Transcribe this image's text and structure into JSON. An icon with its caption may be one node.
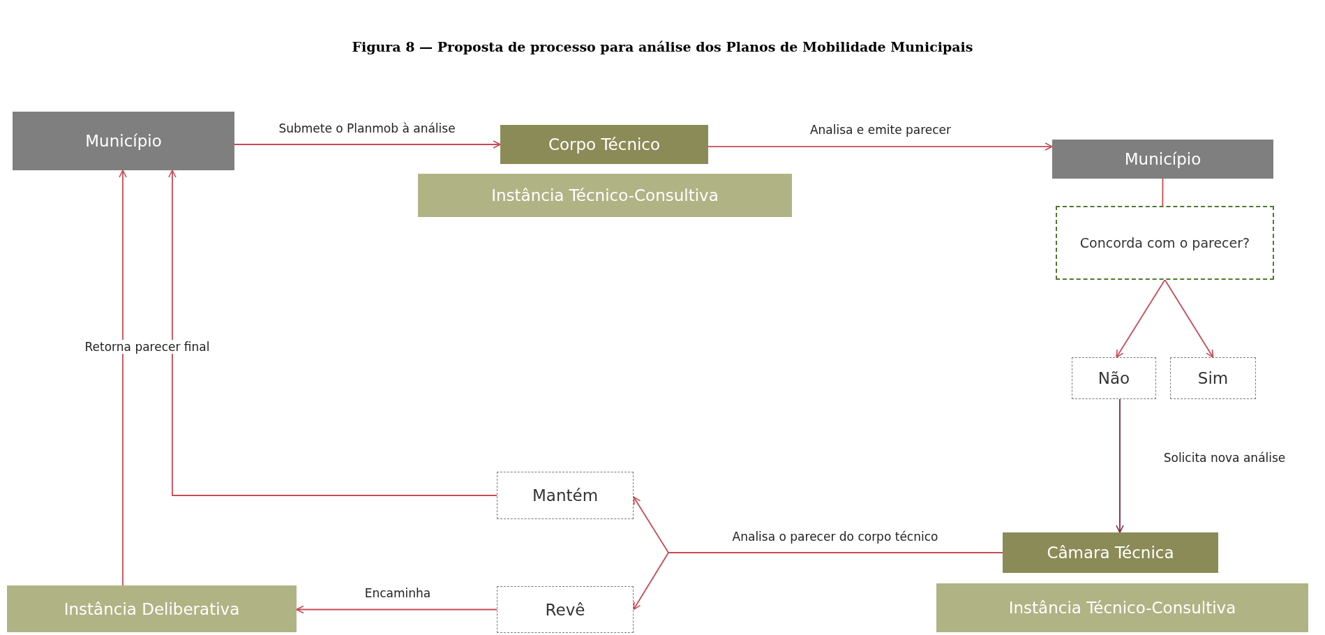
{
  "diagram": {
    "title": "Figura 8 — Proposta de processo para análise dos Planos de Mobilidade Municipais",
    "nodes": [
      {
        "text": [
          "Município"
        ]
      },
      {
        "text": [
          "Corpo Técnico"
        ]
      },
      {
        "text": [
          "Instância Técnico-Consultiva"
        ]
      },
      {
        "text": [
          "Município"
        ]
      },
      {
        "text": [
          "Concorda com o parecer?"
        ]
      },
      {
        "text": [
          "Não"
        ]
      },
      {
        "text": [
          "Sim"
        ]
      },
      {
        "text": [
          "Mantém"
        ]
      },
      {
        "text": [
          "Câmara Técnica"
        ]
      },
      {
        "text": [
          "Instância Deliberativa"
        ]
      },
      {
        "text": [
          "Revê"
        ]
      },
      {
        "text": [
          "Instância Técnico-Consultiva"
        ]
      }
    ],
    "edges": [
      {
        "from": 0,
        "to": 1,
        "arrow": "to",
        "label": "Submete o Planmob à análise"
      },
      {
        "from": 1,
        "to": 3,
        "arrow": "to",
        "label": "Analisa e emite parecer"
      },
      {
        "from": 3,
        "to": 4,
        "arrow": "none"
      },
      {
        "from": 4,
        "to": 5,
        "arrow": "to"
      },
      {
        "from": 4,
        "to": 6,
        "arrow": "to"
      },
      {
        "from": 5,
        "to": 8,
        "arrow": "to",
        "label": "Solicita nova análise",
        "color": "#7b2546"
      },
      {
        "from": 8,
        "to": 7,
        "arrow": "to",
        "label": "Analisa o parecer do corpo técnico"
      },
      {
        "from": 8,
        "to": 10,
        "arrow": "to"
      },
      {
        "from": 7,
        "to": 0,
        "arrow": "to"
      },
      {
        "from": 10,
        "to": 9,
        "arrow": "to",
        "label": "Encaminha"
      },
      {
        "from": 9,
        "to": 0,
        "arrow": "to",
        "label": "Retorna parecer final"
      }
    ]
  }
}
